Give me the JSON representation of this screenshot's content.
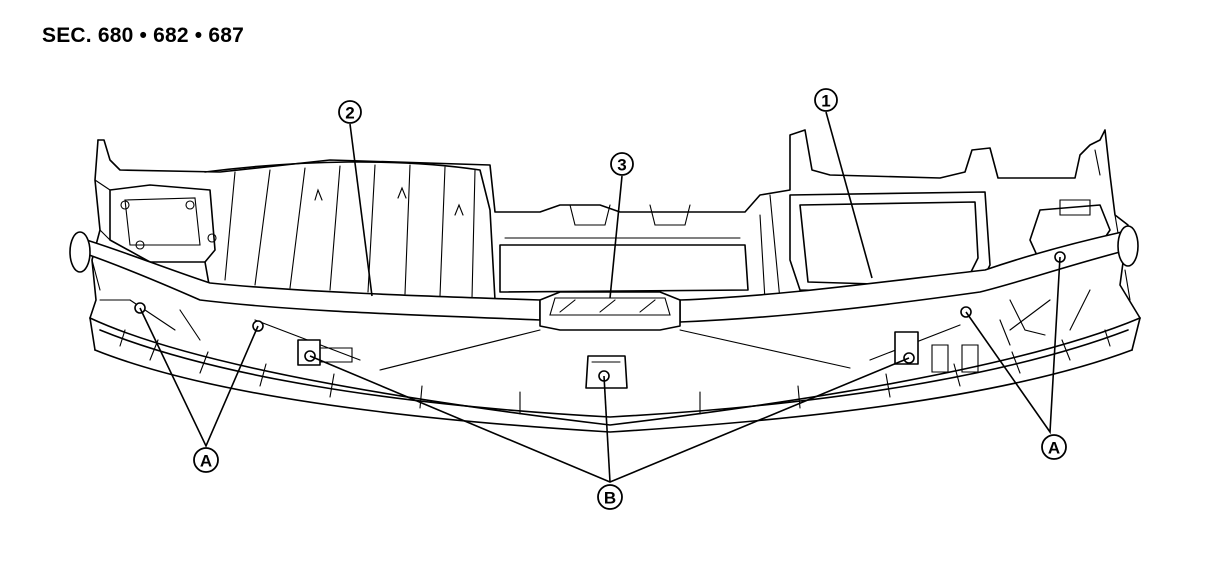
{
  "section_header": "SEC. 680 • 682 • 687",
  "callouts": {
    "part_1": "1",
    "part_2": "2",
    "part_3": "3",
    "clip_a_left": "A",
    "clip_a_right": "A",
    "clip_b": "B"
  }
}
